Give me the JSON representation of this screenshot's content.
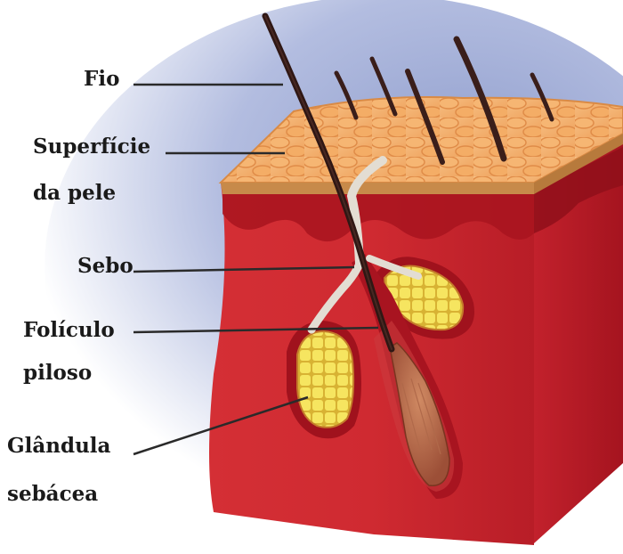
{
  "labels": {
    "hair": "Fio",
    "skin_surface_line1": "Superfície",
    "skin_surface_line2": "da pele",
    "sebum": "Sebo",
    "follicle_line1": "Folículo",
    "follicle_line2": "piloso",
    "gland_line1": "Glândula",
    "gland_line2": "sebácea"
  },
  "colors": {
    "background_oval": "#c9d2ea",
    "epidermis_cells": "#f2b06a",
    "dermis": "#c8252f",
    "dermis_dark": "#9c1320",
    "hair": "#3a1e1a",
    "sebum": "#e6e0d6",
    "gland_cells": "#f4e24a",
    "leader_line": "#2a2a2a"
  },
  "icons": [
    "skin-cross-section-illustration"
  ]
}
